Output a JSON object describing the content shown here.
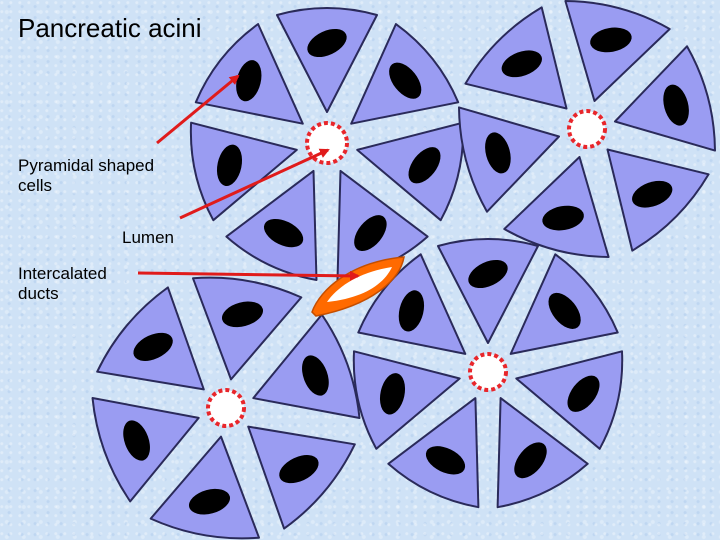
{
  "title": "Pancreatic acini",
  "labels": {
    "pyramidal": "Pyramidal shaped\ncells",
    "lumen": "Lumen",
    "intercalated": "Intercalated\nducts"
  },
  "colors": {
    "cell_fill": "#9a9cf2",
    "cell_stroke": "#2a2a5a",
    "nucleus": "#000000",
    "lumen_ring": "#e8262b",
    "lumen_fill": "#ffffff",
    "arrow": "#e01b1b",
    "duct_wall": "#ff6a00",
    "duct_lumen": "#ffffff"
  },
  "diagram": {
    "acini": [
      {
        "name": "acinus-top-center",
        "cells": 7
      },
      {
        "name": "acinus-top-right",
        "cells": 6
      },
      {
        "name": "acinus-bottom-left",
        "cells": 6
      },
      {
        "name": "acinus-bottom-right",
        "cells": 7
      }
    ],
    "ducts": [
      {
        "name": "intercalated-duct"
      }
    ],
    "arrows": [
      {
        "name": "pyramidal-cells-arrow",
        "target": "pyramidal"
      },
      {
        "name": "lumen-arrow",
        "target": "lumen"
      },
      {
        "name": "intercalated-duct-arrow",
        "target": "intercalated"
      }
    ]
  }
}
